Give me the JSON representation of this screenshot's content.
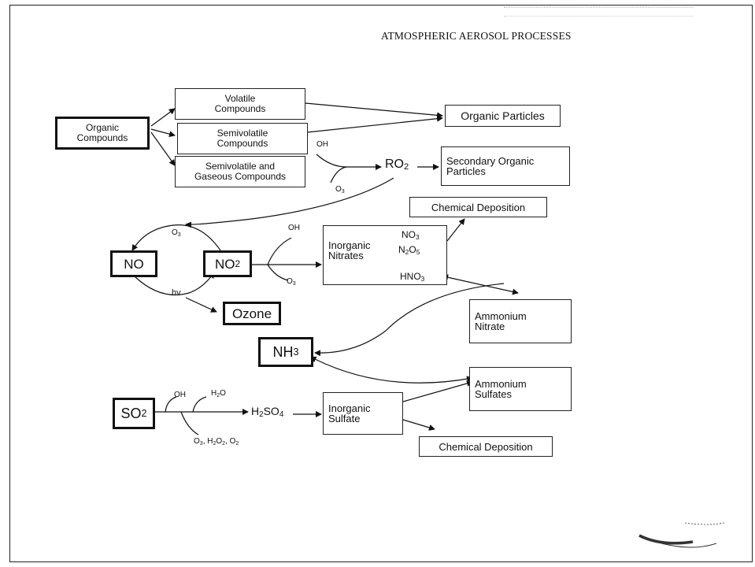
{
  "title": "ATMOSPHERIC AEROSOL PROCESSES",
  "nodes": {
    "organic_compounds": "Organic Compounds",
    "volatile": "Volatile Compounds",
    "semivolatile": "Semivolatile Compounds",
    "semivolatile_gaseous": "Semivolatile and Gaseous Compounds",
    "organic_particles": "Organic Particles",
    "ro2": "RO2",
    "secondary_organic": "Secondary Organic Particles",
    "chem_dep_top": "Chemical Deposition",
    "no": "NO",
    "no2": "NO2",
    "inorganic_nitrates": "Inorganic Nitrates",
    "nitrate_species": [
      "NO3",
      "N2O5",
      "HNO3"
    ],
    "ozone": "Ozone",
    "ammonium_nitrate": "Ammonium Nitrate",
    "nh3": "NH3",
    "ammonium_sulfates": "Ammonium Sulfates",
    "so2": "SO2",
    "h2so4": "H2SO4",
    "inorganic_sulfate": "Inorganic Sulfate",
    "chem_dep_bottom": "Chemical Deposition"
  },
  "edge_labels": {
    "oh_ro2": "OH",
    "o3_ro2": "O3",
    "o3_no": "O3",
    "oh_no2": "OH",
    "o3_no2": "O3",
    "hv": "hv",
    "oh_so2": "OH",
    "h2o_so2": "H2O",
    "oxidants_so2": "O3, H2O2, O2"
  }
}
